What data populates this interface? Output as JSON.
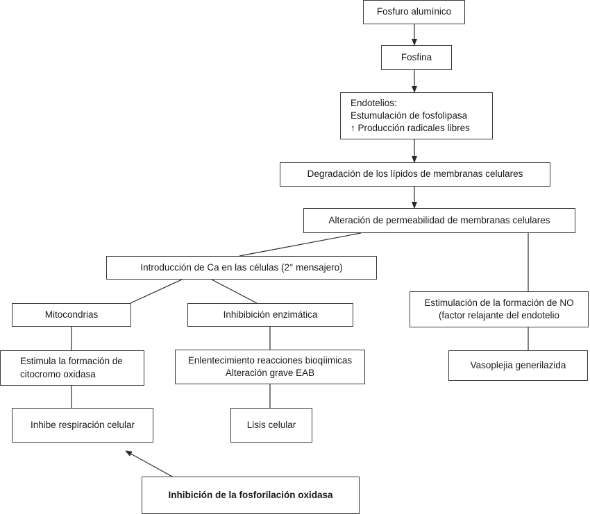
{
  "nodes": {
    "fosfuro": [
      "Fosfuro alumínico"
    ],
    "fosfina": [
      "Fosfina"
    ],
    "endotelios": [
      "Endotelios:",
      "Estumulación de fosfolipasa",
      "↑ Producción radicales libres"
    ],
    "degradacion": [
      "Degradación de los lípidos de membranas celulares"
    ],
    "alteracion_perm": [
      "Alteración de permeabilidad de membranas celulares"
    ],
    "introduccion_ca": [
      "Introducción de Ca en las células (2° mensajero)"
    ],
    "mitocondrias": [
      "Mitocondrias"
    ],
    "inhibicion_enzimatica": [
      "Inhibibición enzimática"
    ],
    "estimulacion_no": [
      "Estimulación de la formación de NO",
      "(factor relajante del endotelio"
    ],
    "estimula_citocromo": [
      "Estimula la formación de",
      "citocromo oxidasa"
    ],
    "enlentecimiento": [
      "Enlentecimiento reacciones bioqíimicas",
      "Alteración grave EAB"
    ],
    "vasoplejia": [
      "Vasoplejia generilazida"
    ],
    "inhibe_respiracion": [
      "Inhibe respiración celular"
    ],
    "lisis": [
      "Lisis celular"
    ],
    "inhibicion_fosforilacion": [
      "Inhibición de la fosforilación oxidasa"
    ]
  }
}
